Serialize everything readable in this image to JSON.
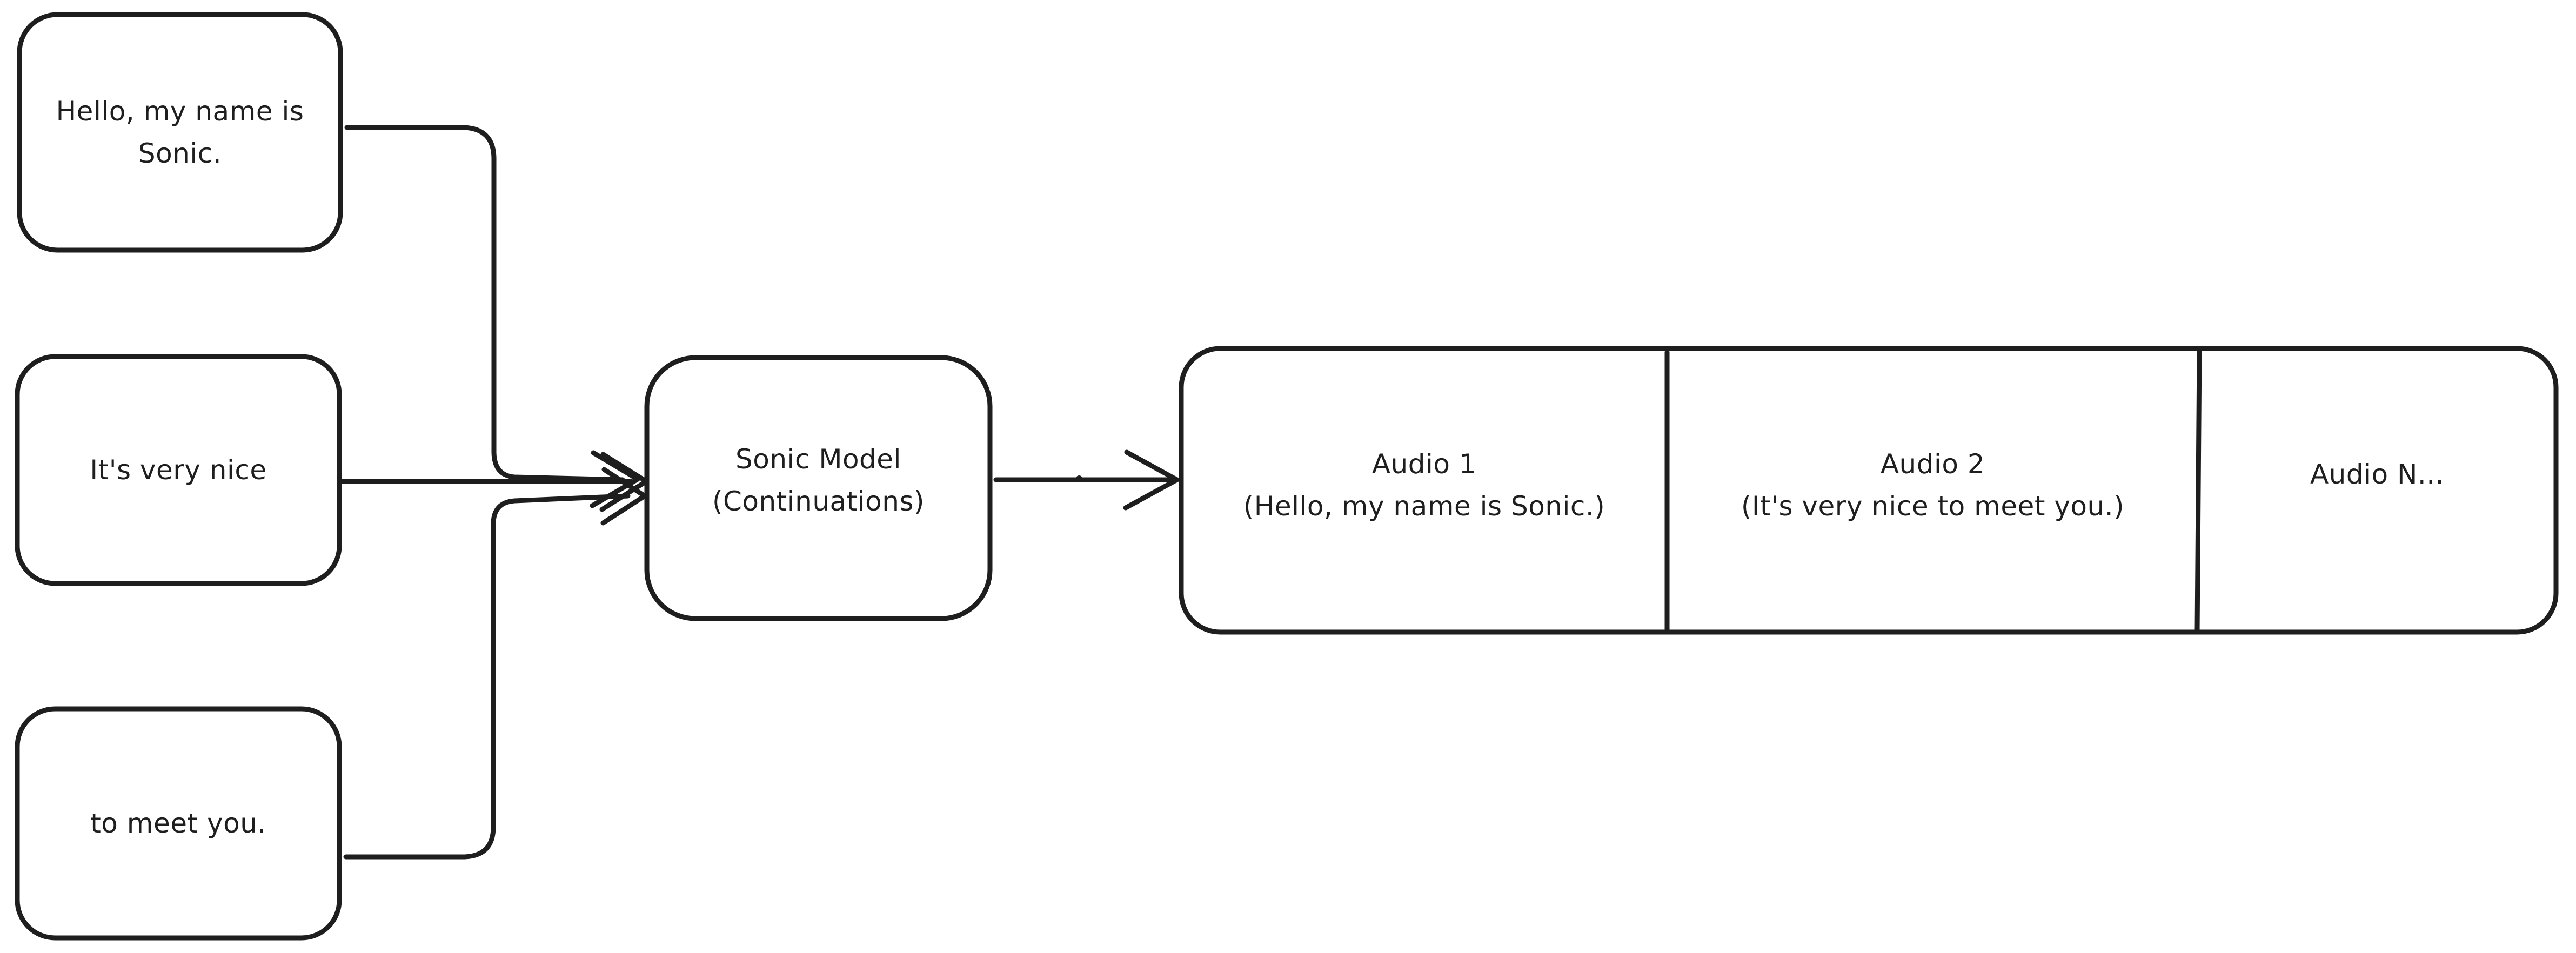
{
  "diagram": {
    "colors": {
      "stroke": "#1e1e1e",
      "background": "#ffffff"
    },
    "inputs": [
      {
        "lines": [
          "Hello, my name is",
          "Sonic."
        ]
      },
      {
        "lines": [
          "It's very nice"
        ]
      },
      {
        "lines": [
          "to meet you."
        ]
      }
    ],
    "model": {
      "lines": [
        "Sonic Model",
        "(Continuations)"
      ]
    },
    "outputs": [
      {
        "lines": [
          "Audio 1",
          "(Hello, my name is Sonic.)"
        ]
      },
      {
        "lines": [
          "Audio 2",
          "(It's very nice to meet you.)"
        ]
      },
      {
        "lines": [
          "Audio N..."
        ]
      }
    ]
  }
}
